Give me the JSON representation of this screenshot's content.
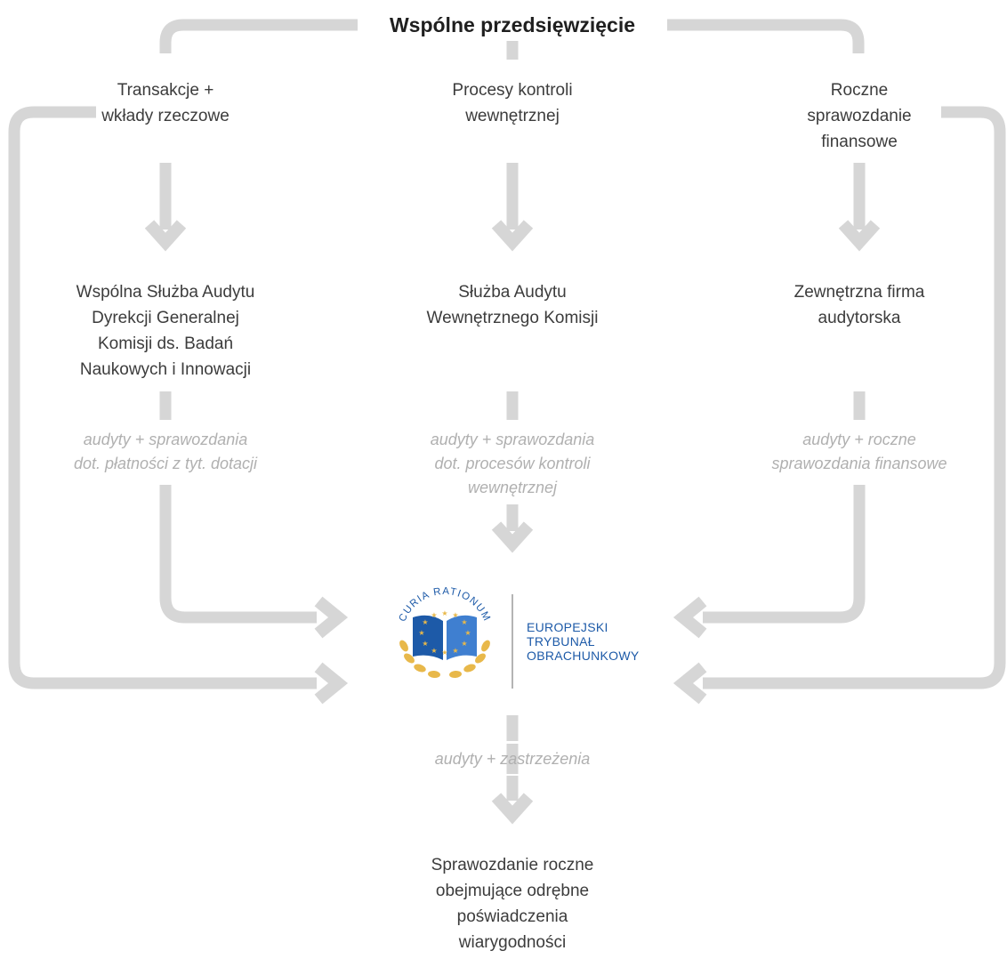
{
  "title": "Wspólne przedsięwzięcie",
  "sources": [
    "Transakcje +\nwkłady rzeczowe",
    "Procesy kontroli\nwewnętrznej",
    "Roczne\nsprawozdanie\nfinansowe"
  ],
  "auditors": [
    "Wspólna Służba Audytu\nDyrekcji Generalnej\nKomisji ds. Badań\nNaukowych i Innowacji",
    "Służba Audytu\nWewnętrznego Komisji",
    "Zewnętrzna firma\naudytorska"
  ],
  "audit_outputs": [
    "audyty + sprawozdania\ndot. płatności z tyt. dotacji",
    "audyty + sprawozdania\ndot. procesów kontroli\nwewnętrznej",
    "audyty + roczne\nsprawozdania finansowe"
  ],
  "eca": {
    "name": "EUROPEJSKI\nTRYBUNAŁ\nOBRACHUNKOWY",
    "motto": "CURIA RATIONUM"
  },
  "eca_output": "audyty + zastrzeżenia",
  "final_report": "Sprawozdanie roczne\nobejmujące odrębne\npoświadczenia\nwiarygodności",
  "colors": {
    "connector": "#d6d6d6",
    "text": "#3c3c3c",
    "note": "#b0b0b0",
    "eca_blue": "#1d5aa8",
    "eca_gold": "#e8b84a"
  }
}
